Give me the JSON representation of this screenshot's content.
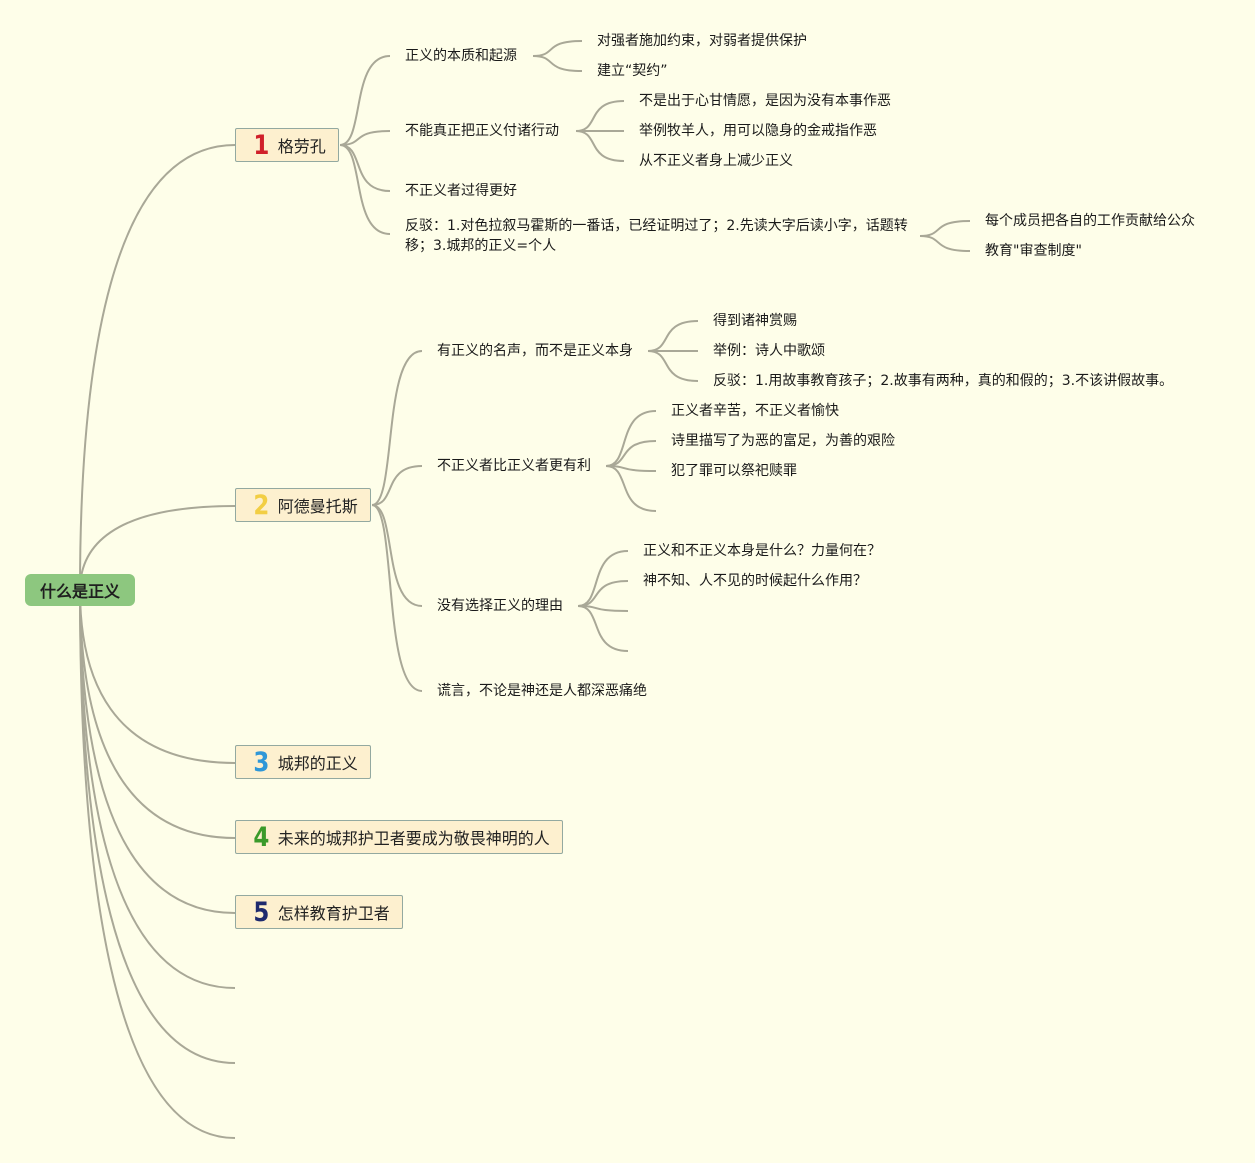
{
  "root": {
    "label": "什么是正义"
  },
  "colors": {
    "background": "#fefee9",
    "root_fill": "#8dc77f",
    "node_fill": "#fdf0cf",
    "node_border": "#93a9a0",
    "line": "#a9a897"
  },
  "branches": [
    {
      "num": "1",
      "num_color": "#d0202a",
      "label": "格劳孔",
      "children": [
        {
          "label": "正义的本质和起源",
          "children": [
            {
              "label": "对强者施加约束，对弱者提供保护"
            },
            {
              "label": "建立“契约”"
            }
          ]
        },
        {
          "label": "不能真正把正义付诸行动",
          "children": [
            {
              "label": "不是出于心甘情愿，是因为没有本事作恶"
            },
            {
              "label": "举例牧羊人，用可以隐身的金戒指作恶"
            },
            {
              "label": "从不正义者身上减少正义"
            }
          ]
        },
        {
          "label": "不正义者过得更好"
        },
        {
          "label": "反驳：1.对色拉叙马霍斯的一番话，已经证明过了；2.先读大字后读小字，话题转移；3.城邦的正义=个人",
          "children": [
            {
              "label": "每个成员把各自的工作贡献给公众"
            },
            {
              "label": "教育\"审查制度\""
            }
          ]
        }
      ]
    },
    {
      "num": "2",
      "num_color": "#f2ce44",
      "label": "阿德曼托斯",
      "children": [
        {
          "label": "有正义的名声，而不是正义本身",
          "children": [
            {
              "label": "得到诸神赏赐"
            },
            {
              "label": "举例：诗人中歌颂"
            },
            {
              "label": "反驳：1.用故事教育孩子；2.故事有两种，真的和假的；3.不该讲假故事。"
            }
          ]
        },
        {
          "label": "不正义者比正义者更有利",
          "children": [
            {
              "label": "正义者辛苦，不正义者愉快"
            },
            {
              "label": "诗里描写了为恶的富足，为善的艰险"
            },
            {
              "label": "犯了罪可以祭祀赎罪"
            }
          ]
        },
        {
          "label": "没有选择正义的理由",
          "children": [
            {
              "label": "正义和不正义本身是什么？力量何在？"
            },
            {
              "label": "神不知、人不见的时候起什么作用？"
            }
          ]
        },
        {
          "label": "谎言，不论是神还是人都深恶痛绝"
        }
      ]
    },
    {
      "num": "3",
      "num_color": "#2f97d8",
      "label": "城邦的正义"
    },
    {
      "num": "4",
      "num_color": "#3a9a2a",
      "label": "未来的城邦护卫者要成为敬畏神明的人"
    },
    {
      "num": "5",
      "num_color": "#1e2a6e",
      "label": "怎样教育护卫者"
    }
  ]
}
